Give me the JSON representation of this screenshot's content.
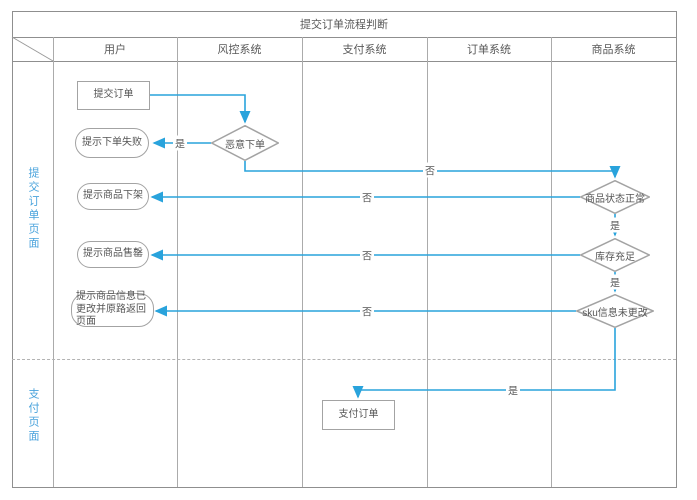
{
  "title": "提交订单流程判断",
  "lanes": {
    "columns": [
      "用户",
      "风控系统",
      "支付系统",
      "订单系统",
      "商品系统"
    ],
    "rows": [
      "提交订单页面",
      "支付页面"
    ]
  },
  "nodes": {
    "submit_order": {
      "label": "提交订单",
      "type": "process"
    },
    "malicious_order": {
      "label": "恶意下单",
      "type": "decision"
    },
    "order_fail": {
      "label": "提示下单失败",
      "type": "result"
    },
    "product_offshelf": {
      "label": "提示商品下架",
      "type": "result"
    },
    "product_soldout": {
      "label": "提示商品售罄",
      "type": "result"
    },
    "product_changed": {
      "label": "提示商品信息已更改并原路返回页面",
      "type": "result"
    },
    "status_normal": {
      "label": "商品状态正常",
      "type": "decision"
    },
    "stock_enough": {
      "label": "库存充足",
      "type": "decision"
    },
    "sku_unchanged": {
      "label": "sku信息未更改",
      "type": "decision"
    },
    "pay_order": {
      "label": "支付订单",
      "type": "process"
    }
  },
  "edge_labels": {
    "yes": "是",
    "no": "否"
  },
  "colors": {
    "flow_line": "#29a3dc",
    "lane_text": "#4aa3dc",
    "frame_border": "#8f8f8f",
    "shape_border": "#a3a3a3"
  }
}
